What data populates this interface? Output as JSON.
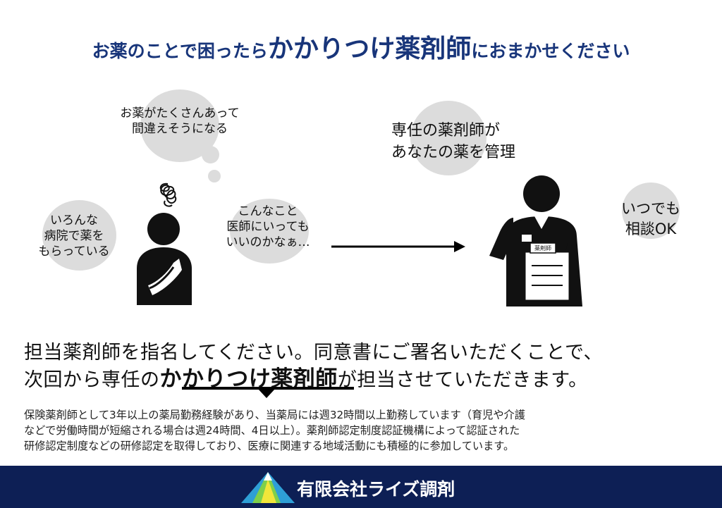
{
  "headline": {
    "part1": "お薬のことで困ったら",
    "part2": "かかりつけ薬剤師",
    "part3": "におまかせください"
  },
  "patient_bubbles": {
    "top": [
      "お薬がたくさんあって",
      "間違えそうになる"
    ],
    "left": [
      "いろんな",
      "病院で薬を",
      "もらっている"
    ],
    "right": [
      "こんなこと",
      "医師にいっても",
      "いいのかなぁ…"
    ]
  },
  "pharmacist": {
    "caption": [
      "専任の薬剤師が",
      "あなたの薬を管理"
    ],
    "bubble": [
      "いつでも",
      "相談OK"
    ],
    "badge_text": "薬剤師"
  },
  "main_message": {
    "line1": "担当薬剤師を指名してください。同意書にご署名いただくことで、",
    "line2_before": "次回から専任の",
    "line2_emph": "かかりつけ薬剤師",
    "line2_after": "が担当させていただきます。"
  },
  "note": {
    "line1": "保険薬剤師として3年以上の薬局勤務経験があり、当薬局には週32時間以上勤務しています（育児や介護",
    "line2": "などで労働時間が短縮される場合は週24時間、4日以上）。薬剤師認定制度認証機構によって認証された",
    "line3": "研修認定制度などの研修認定を取得しており、医療に関連する地域活動にも積極的に参加しています。"
  },
  "footer": {
    "company_name": "有限会社ライズ調剤",
    "background_color": "#0d1f55",
    "logo_icon": "mountain-logo-icon"
  },
  "colors": {
    "headline": "#18357a",
    "cloud": "#dcdcdc"
  }
}
